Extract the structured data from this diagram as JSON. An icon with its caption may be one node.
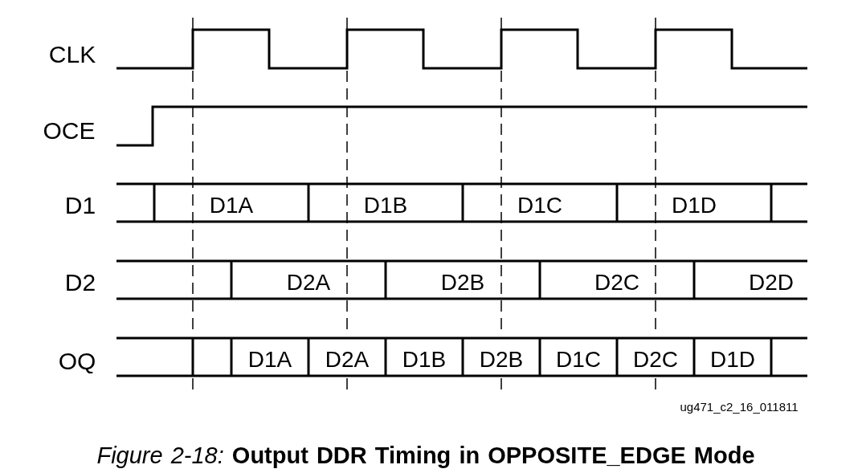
{
  "diagram": {
    "caption": "*Figure 2-18:* **Output DDR Timing in OPPOSITE_EDGE Mode**",
    "labels": [
      "CLK",
      "OCE",
      "D1",
      "D1A",
      "D1B",
      "D1C",
      "D1D",
      "D2",
      "D2A",
      "D2B",
      "D2C",
      "D2D",
      "OQ",
      "D1A",
      "D2A",
      "D1B",
      "D2B",
      "D1C",
      "D2C",
      "D1D",
      "ug471_c2_16_011811"
    ]
  }
}
